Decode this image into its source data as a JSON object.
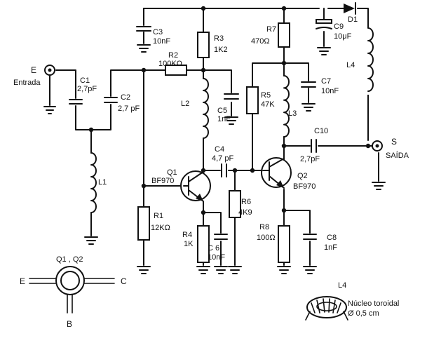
{
  "components": {
    "c1": {
      "ref": "C1",
      "value": "2,7pF"
    },
    "c2": {
      "ref": "C2",
      "value": "2,7 pF"
    },
    "c3": {
      "ref": "C3",
      "value": "10nF"
    },
    "c4": {
      "ref": "C4",
      "value": "4,7 pF"
    },
    "c5": {
      "ref": "C5",
      "value": "1nF"
    },
    "c6": {
      "ref": "C 6",
      "value": "10nF"
    },
    "c7": {
      "ref": "C7",
      "value": "10nF"
    },
    "c8": {
      "ref": "C8",
      "value": "1nF"
    },
    "c9": {
      "ref": "C9",
      "value": "10μF"
    },
    "c10": {
      "ref": "C10",
      "value": "2,7pF"
    },
    "r1": {
      "ref": "R1",
      "value": "12KΩ"
    },
    "r2": {
      "ref": "R2",
      "value": "100KΩ"
    },
    "r3": {
      "ref": "R3",
      "value": "1K2"
    },
    "r4": {
      "ref": "R4",
      "value": "1K"
    },
    "r5": {
      "ref": "R5",
      "value": "47K"
    },
    "r6": {
      "ref": "R6",
      "value": "4K9"
    },
    "r7": {
      "ref": "R7",
      "value": "470Ω"
    },
    "r8": {
      "ref": "R8",
      "value": "100Ω"
    },
    "l1": {
      "ref": "L1"
    },
    "l2": {
      "ref": "L2"
    },
    "l3": {
      "ref": "L3"
    },
    "l4": {
      "ref": "L4"
    },
    "d1": {
      "ref": "D1"
    },
    "q1": {
      "ref": "Q1",
      "part": "BF970"
    },
    "q2": {
      "ref": "Q2",
      "part": "BF970"
    }
  },
  "ports": {
    "input": {
      "letter": "E",
      "name": "Entrada"
    },
    "output": {
      "letter": "S",
      "name": "SAÍDA"
    }
  },
  "pinout": {
    "title": "Q1 , Q2",
    "emitter": "E",
    "collector": "C",
    "base": "B"
  },
  "toroid": {
    "ref": "L4",
    "caption_line1": "Núcleo toroidal",
    "caption_line2": "Ø 0,5 cm"
  }
}
